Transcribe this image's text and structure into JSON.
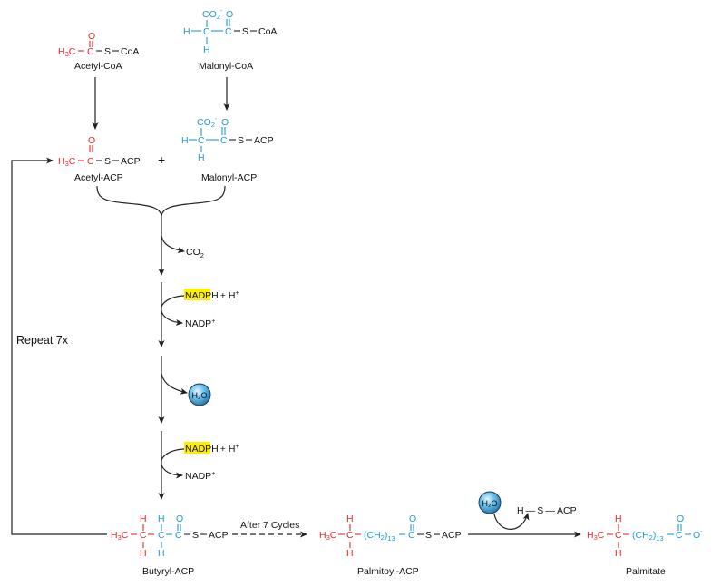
{
  "colors": {
    "acetyl_red": "#e8262b",
    "malonyl_blue": "#1f9ad6",
    "nadph_highlight": "#ffee00",
    "water_bubble": "#3aa0d8"
  },
  "molecules": {
    "acetyl_coa": {
      "name": "Acetyl-CoA",
      "o": "O",
      "h3c": "H",
      "c": "C",
      "s": "S",
      "coa": "CoA"
    },
    "malonyl_coa": {
      "name": "Malonyl-CoA",
      "co2": "CO",
      "o": "O",
      "h": "H",
      "c": "C",
      "s": "S",
      "coa": "CoA"
    },
    "acetyl_acp": {
      "name": "Acetyl-ACP",
      "acp": "ACP"
    },
    "malonyl_acp": {
      "name": "Malonyl-ACP",
      "acp": "ACP"
    },
    "butyryl_acp": {
      "name": "Butyryl-ACP"
    },
    "palmitoyl_acp": {
      "name": "Palmitoyl-ACP"
    },
    "palmitate": {
      "name": "Palmitate"
    }
  },
  "symbols": {
    "plus": "+",
    "h": "H",
    "c": "C",
    "s": "S",
    "o": "O",
    "co": "CO",
    "sub2": "2",
    "sub3": "3",
    "sub13": "13",
    "minus": "-",
    "plus_sup": "+",
    "acp": "ACP",
    "ch": "(CH",
    "close_paren": ")"
  },
  "steps": {
    "co2": "CO",
    "nadph": "NADPH",
    "h_plus": "+ H",
    "nadp": "NADP",
    "h2o": "H₂O"
  },
  "labels": {
    "repeat": "Repeat 7x",
    "after_cycles": "After 7 Cycles",
    "hs_acp": "H — S — ACP"
  }
}
